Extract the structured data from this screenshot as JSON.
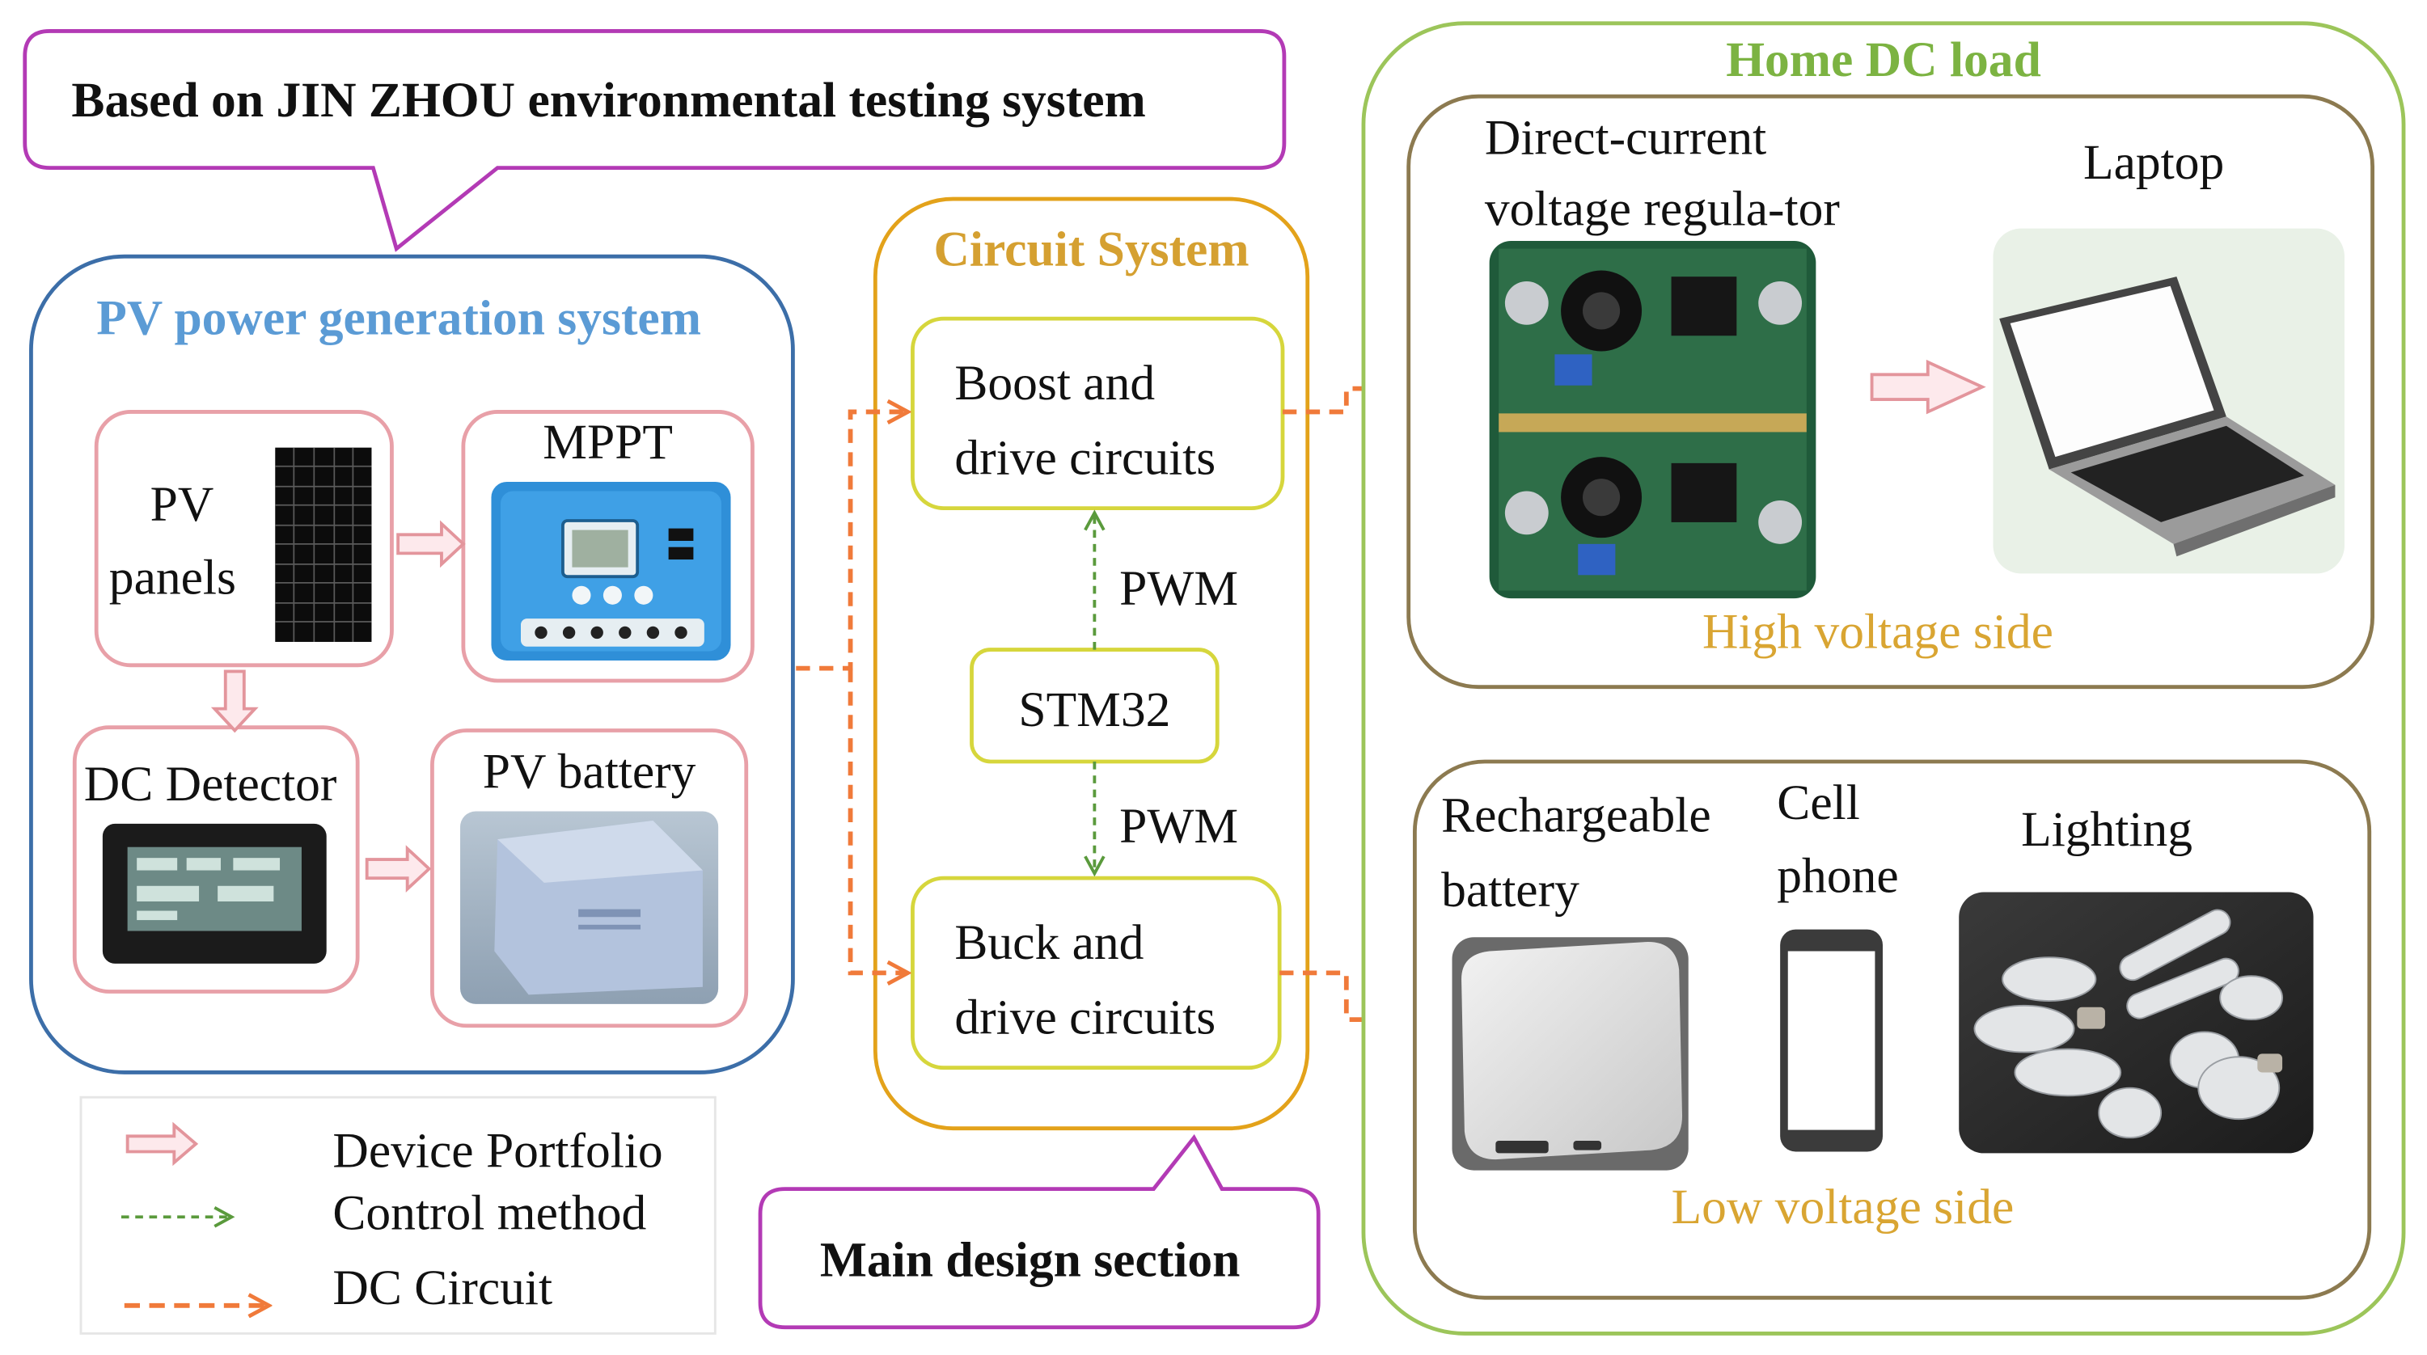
{
  "callouts": {
    "top": "Based on JIN ZHOU environmental testing system",
    "bottom": "Main design section"
  },
  "pv_system": {
    "title": "PV power generation system",
    "panels_line1": "PV",
    "panels_line2": "panels",
    "mppt": "MPPT",
    "dc_detector": "DC Detector",
    "battery": "PV battery"
  },
  "circuit_system": {
    "title": "Circuit System",
    "boost_line1": "Boost and",
    "boost_line2": "drive circuits",
    "pwm_top": "PWM",
    "stm32": "STM32",
    "pwm_bottom": "PWM",
    "buck_line1": "Buck and",
    "buck_line2": "drive circuits"
  },
  "home_load": {
    "title": "Home DC load",
    "regulator_line1": "Direct-current",
    "regulator_line2": "voltage regula-tor",
    "laptop": "Laptop",
    "high_side": "High voltage side",
    "rechargeable_line1": "Rechargeable",
    "rechargeable_line2": "battery",
    "cell_line1": "Cell",
    "cell_line2": "phone",
    "lighting": "Lighting",
    "low_side": "Low voltage side"
  },
  "legend": {
    "device": "Device Portfolio",
    "control": "Control method",
    "dc": "DC Circuit"
  },
  "colors": {
    "callout": "#b33ab5",
    "pv_border": "#3c6ea8",
    "pv_title": "#5b9bd5",
    "pink_box": "#e8a0a8",
    "pink_arrow": "#e3959c",
    "circuit_border": "#e3a21a",
    "circuit_title": "#d5a031",
    "yellow_box": "#d6d63c",
    "control_arrow": "#5a9a3c",
    "dc_arrow": "#f07a3a",
    "home_border": "#9cc55a",
    "home_title": "#7cb342",
    "brown_box": "#8c7a50",
    "side_label": "#d9a532"
  }
}
